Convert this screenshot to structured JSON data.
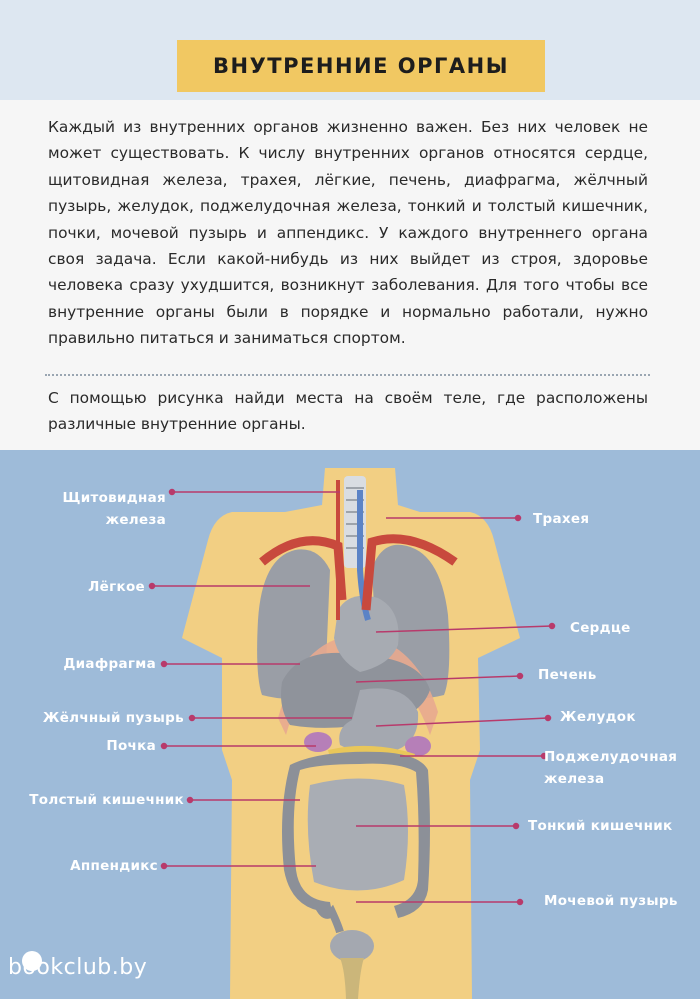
{
  "title": "ВНУТРЕННИЕ ОРГАНЫ",
  "paragraph": "Каждый из внутренних органов жизненно важен. Без них человек не может существовать. К числу внутренних органов относятся сердце, щитовидная железа, трахея, лёгкие, печень, диафрагма, жёлчный пузырь, желудок, поджелудочная железа, тонкий и толстый кишечник, почки, мочевой пузырь и аппендикс. У каждого внутреннего органа своя задача. Если какой-нибудь из них выйдет из строя, здоровье человека сразу ухудшится, возникнут заболевания. Для того чтобы все внутренние органы были в порядке и нормально работали, нужно правильно питаться и заниматься спортом.",
  "task": "С помощью рисунка найди места на своём теле, где расположены различные внутренние органы.",
  "labels": {
    "thyroid": "Щитовидная железа",
    "lung": "Лёгкое",
    "diaphragm": "Диафрагма",
    "gallbladder": "Жёлчный пузырь",
    "kidney": "Почка",
    "large_intestine": "Толстый кишечник",
    "appendix": "Аппендикс",
    "trachea": "Трахея",
    "heart": "Сердце",
    "liver": "Печень",
    "stomach": "Желудок",
    "pancreas": "Поджелудочная железа",
    "small_intestine": "Тонкий кишечник",
    "bladder": "Мочевой пузырь"
  },
  "watermark": "bookclub.by",
  "colors": {
    "banner": "#f1c862",
    "figure_bg": "#9ebbd9",
    "body": "#f2cf83",
    "organ": "#9a9ea6",
    "artery": "#c8493d",
    "vein": "#5b83c6"
  }
}
